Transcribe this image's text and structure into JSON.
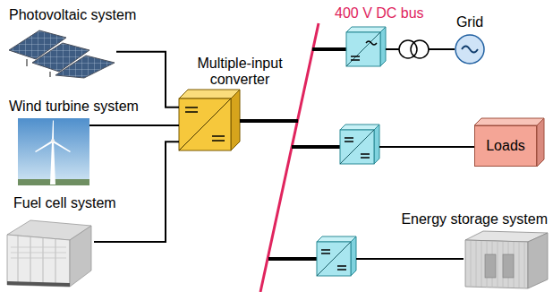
{
  "diagram": {
    "nodes": [
      {
        "text": [
          "Photovoltaic system"
        ]
      },
      {
        "text": [
          "Wind turbine system"
        ]
      },
      {
        "text": [
          "Fuel cell system"
        ]
      },
      {
        "text": [
          "Multiple-input converter"
        ]
      },
      {
        "text": [
          "Grid"
        ]
      },
      {
        "text": [
          "Loads"
        ]
      },
      {
        "text": [
          "Energy storage system"
        ]
      }
    ],
    "edges": [
      {
        "from": 0,
        "to": 3,
        "arrow": "none"
      },
      {
        "from": 1,
        "to": 3,
        "arrow": "none"
      },
      {
        "from": 2,
        "to": 3,
        "arrow": "none"
      }
    ],
    "labels": [
      "400 V DC bus"
    ]
  }
}
